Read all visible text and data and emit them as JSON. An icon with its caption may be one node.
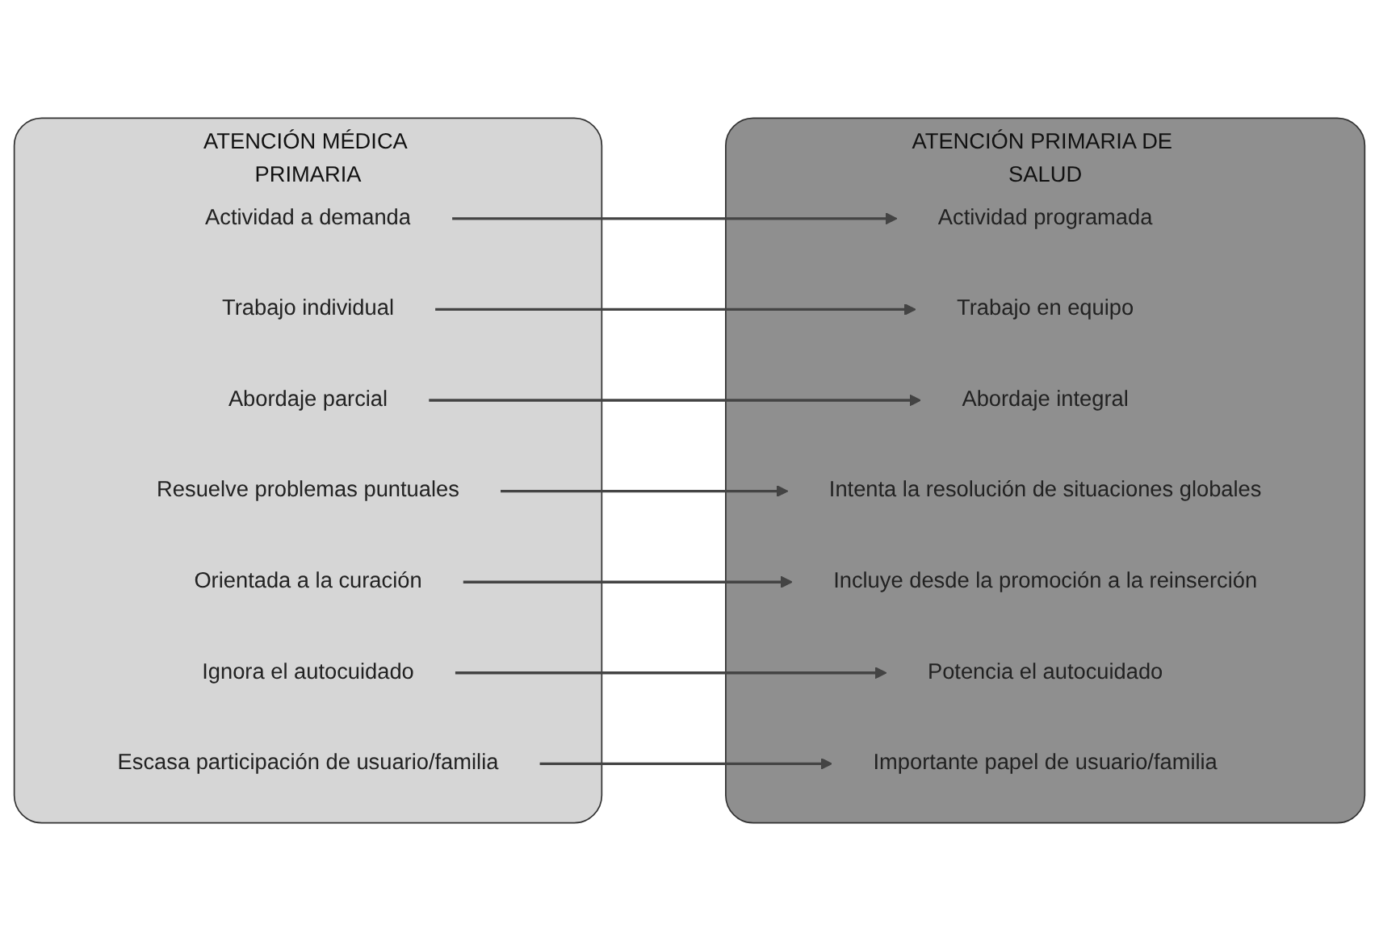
{
  "diagram": {
    "nodes": [
      {
        "text": [
          "ATENCIÓN MÉDICA PRIMARIA"
        ]
      },
      {
        "text": [
          "Actividad a demanda"
        ],
        "in": 0
      },
      {
        "text": [
          "Trabajo individual"
        ],
        "in": 0
      },
      {
        "text": [
          "Abordaje parcial"
        ],
        "in": 0
      },
      {
        "text": [
          "Resuelve problemas puntuales"
        ],
        "in": 0
      },
      {
        "text": [
          "Orientada a la curación"
        ],
        "in": 0
      },
      {
        "text": [
          "Ignora el autocuidado"
        ],
        "in": 0
      },
      {
        "text": [
          "Escasa participación de usuario/familia"
        ],
        "in": 0
      },
      {
        "text": [
          "ATENCIÓN PRIMARIA DE SALUD"
        ]
      },
      {
        "text": [
          "Actividad programada"
        ],
        "in": 8
      },
      {
        "text": [
          "Trabajo en equipo"
        ],
        "in": 8
      },
      {
        "text": [
          "Abordaje integral"
        ],
        "in": 8
      },
      {
        "text": [
          "Intenta la resolución de situaciones globales"
        ],
        "in": 8
      },
      {
        "text": [
          "Incluye desde la promoción a la reinserción"
        ],
        "in": 8
      },
      {
        "text": [
          "Potencia el autocuidado"
        ],
        "in": 8
      },
      {
        "text": [
          "Importante papel de usuario/familia"
        ],
        "in": 8
      }
    ],
    "edges": [
      {
        "from": 1,
        "to": 9,
        "arrow": "to"
      },
      {
        "from": 2,
        "to": 10,
        "arrow": "to"
      },
      {
        "from": 3,
        "to": 11,
        "arrow": "to"
      },
      {
        "from": 4,
        "to": 12,
        "arrow": "to"
      },
      {
        "from": 5,
        "to": 13,
        "arrow": "to"
      },
      {
        "from": 6,
        "to": 14,
        "arrow": "to"
      },
      {
        "from": 7,
        "to": 15,
        "arrow": "to"
      }
    ]
  }
}
